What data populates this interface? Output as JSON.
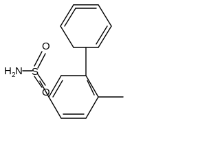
{
  "molecule": {
    "atom_labels": {
      "sulfur": "S",
      "oxygen_top": "O",
      "oxygen_bottom": "O",
      "amine_n": "N",
      "amine_h": "H",
      "amine_count": "2"
    },
    "bond_color": "#000000",
    "text_color": "#000000"
  }
}
